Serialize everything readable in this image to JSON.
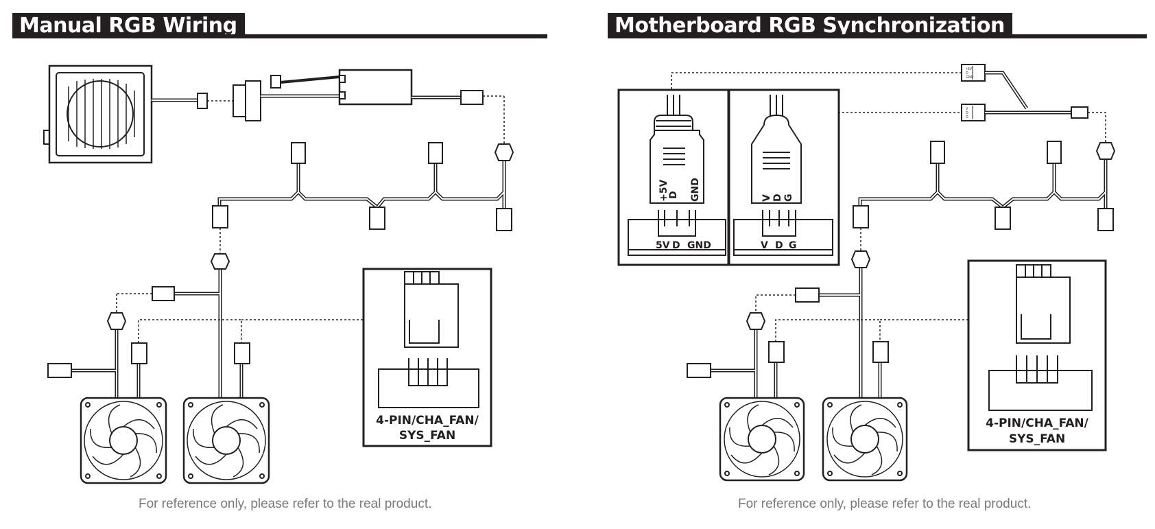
{
  "manual": {
    "title": "Manual RGB Wiring",
    "caption": "For reference only, please refer to the real product.",
    "fan_header_label_line1": "4-PIN/CHA_FAN/",
    "fan_header_label_line2": "SYS_FAN"
  },
  "sync": {
    "title": "Motherboard RGB Synchronization",
    "caption": "For reference only, please refer to the real product.",
    "fan_header_label_line1": "4-PIN/CHA_FAN/",
    "fan_header_label_line2": "SYS_FAN",
    "header_5v": {
      "plug_label_5v": "+5V",
      "plug_label_d": "D",
      "plug_label_gnd": "GND",
      "socket_label_5v": "5V",
      "socket_label_d": "D",
      "socket_label_gnd": "GND"
    },
    "header_vdg": {
      "plug_label_v": "V",
      "plug_label_d": "D",
      "plug_label_g": "G",
      "socket_label_v": "V",
      "socket_label_d": "D",
      "socket_label_g": "G"
    },
    "splitter_top_labels": [
      "+5V",
      "D",
      "GND"
    ],
    "splitter_bottom_labels": [
      "V",
      "D",
      "G"
    ]
  },
  "colors": {
    "ink": "#231f20",
    "caption": "#7a7a7a",
    "background": "#ffffff"
  }
}
